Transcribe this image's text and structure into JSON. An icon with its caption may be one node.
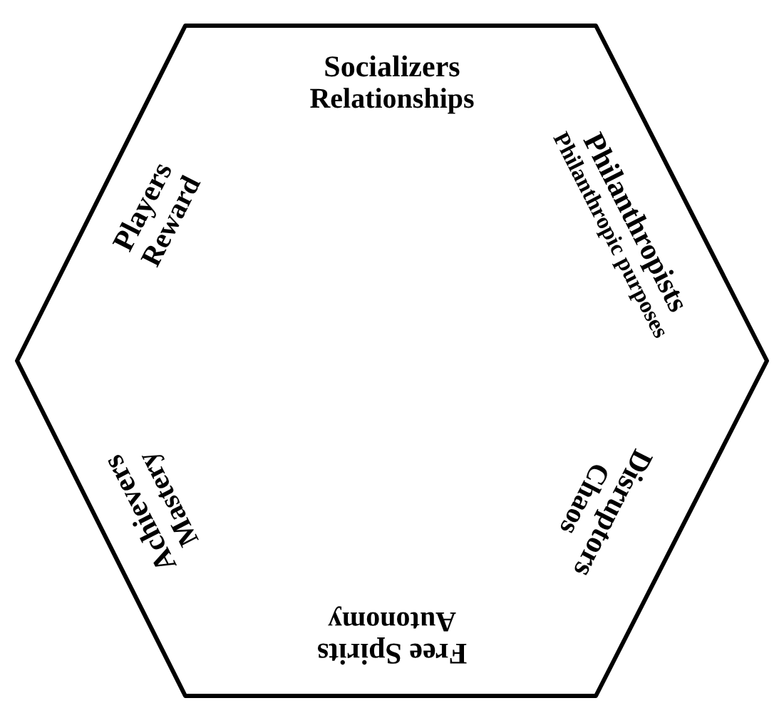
{
  "diagram": {
    "nodes": [
      {
        "text": [
          "Socializers",
          "Relationships",
          "Philanthropists",
          "Philanthropic purposes",
          "Disruptors",
          "Chaos",
          "Free Spirits",
          "Autonomy",
          "Achievers",
          "Mastery",
          "Players",
          "Reward"
        ]
      }
    ]
  }
}
